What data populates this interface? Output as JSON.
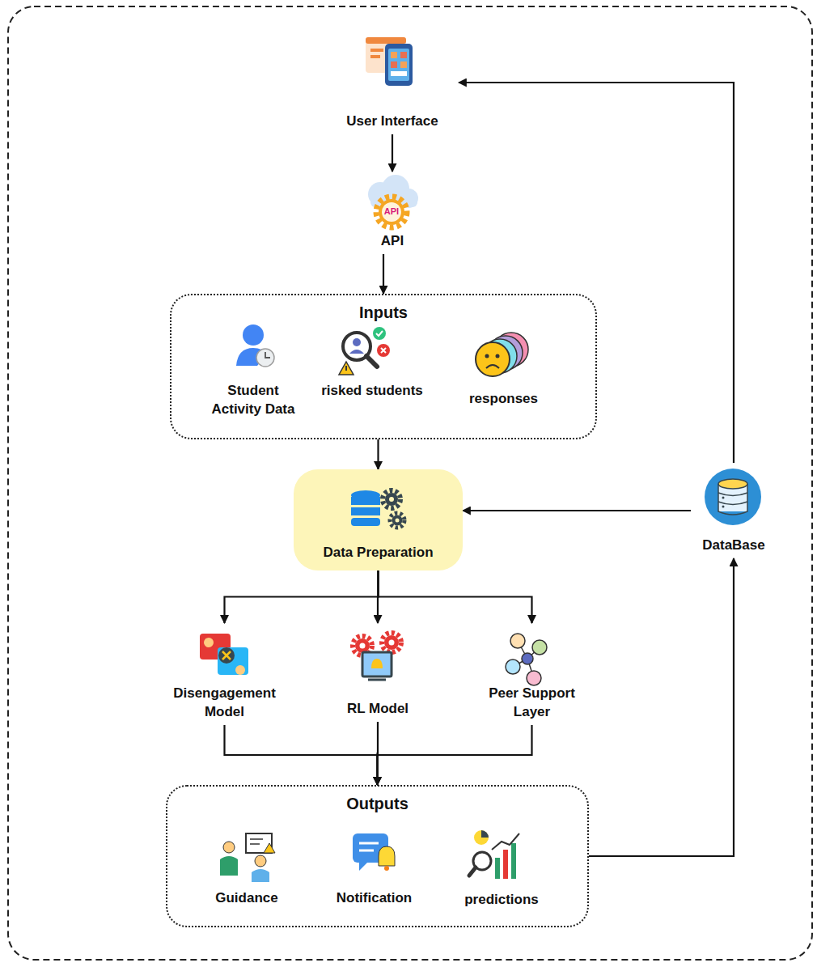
{
  "diagram": {
    "nodes": [
      {
        "text": [
          "User Interface"
        ]
      },
      {
        "text": [
          "API"
        ]
      },
      {
        "text": [
          "Inputs"
        ]
      },
      {
        "text": [
          "Student Activity Data"
        ],
        "in": 2
      },
      {
        "text": [
          "risked students"
        ],
        "in": 2
      },
      {
        "text": [
          "responses"
        ],
        "in": 2
      },
      {
        "text": [
          "Data Preparation"
        ]
      },
      {
        "text": [
          "DataBase"
        ]
      },
      {
        "text": [
          "Disengagement Model"
        ]
      },
      {
        "text": [
          "RL Model"
        ]
      },
      {
        "text": [
          "Peer Support Layer"
        ]
      },
      {
        "text": [
          "Outputs"
        ]
      },
      {
        "text": [
          "Guidance"
        ],
        "in": 11
      },
      {
        "text": [
          "Notification"
        ],
        "in": 11
      },
      {
        "text": [
          "predictions"
        ],
        "in": 11
      }
    ],
    "edges": [
      {
        "from": 0,
        "to": 1,
        "arrow": "to"
      },
      {
        "from": 1,
        "to": 2,
        "arrow": "to"
      },
      {
        "from": 2,
        "to": 6,
        "arrow": "to"
      },
      {
        "from": 6,
        "to": 8,
        "arrow": "to"
      },
      {
        "from": 6,
        "to": 9,
        "arrow": "to"
      },
      {
        "from": 6,
        "to": 10,
        "arrow": "to"
      },
      {
        "from": 8,
        "to": 11,
        "arrow": "to"
      },
      {
        "from": 9,
        "to": 11,
        "arrow": "to"
      },
      {
        "from": 10,
        "to": 11,
        "arrow": "to"
      },
      {
        "from": 11,
        "to": 7,
        "arrow": "to"
      },
      {
        "from": 7,
        "to": 0,
        "arrow": "to"
      },
      {
        "from": 7,
        "to": 6,
        "arrow": "to"
      }
    ],
    "labels": [
      "API"
    ]
  }
}
